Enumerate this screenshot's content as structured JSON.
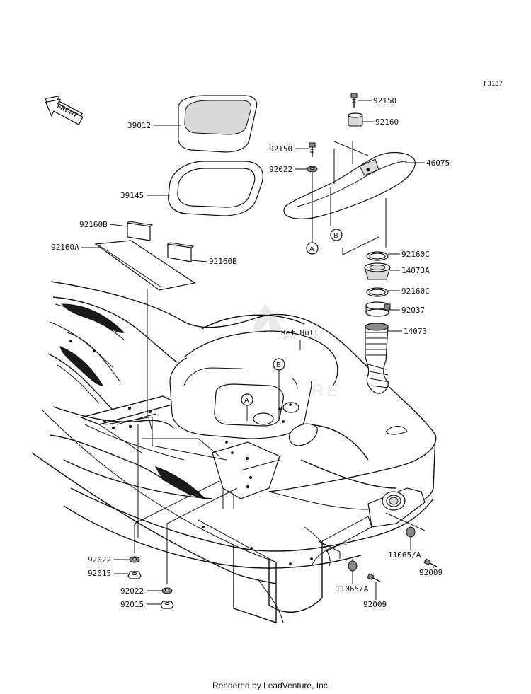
{
  "diagram": {
    "code": "F3137",
    "front_label": "FRONT",
    "ref_label": "Ref.Hull",
    "watermark": "EASIVENTURE",
    "footer": "Rendered by LeadVenture, Inc.",
    "refs": {
      "a": "A",
      "b": "B"
    },
    "parts": {
      "p39012": "39012",
      "p39145": "39145",
      "p92160b_1": "92160B",
      "p92160a": "92160A",
      "p92160b_2": "92160B",
      "p92150_top": "92150",
      "p92160": "92160",
      "p92150_left": "92150",
      "p46075": "46075",
      "p92022_top": "92022",
      "p92160c_1": "92160C",
      "p14073a": "14073A",
      "p92160c_2": "92160C",
      "p92037": "92037",
      "p14073": "14073",
      "p92022_b1": "92022",
      "p92015_b1": "92015",
      "p92022_b2": "92022",
      "p92015_b2": "92015",
      "p11065a_1": "11065/A",
      "p92009_1": "92009",
      "p11065a_2": "11065/A",
      "p92009_2": "92009"
    }
  }
}
